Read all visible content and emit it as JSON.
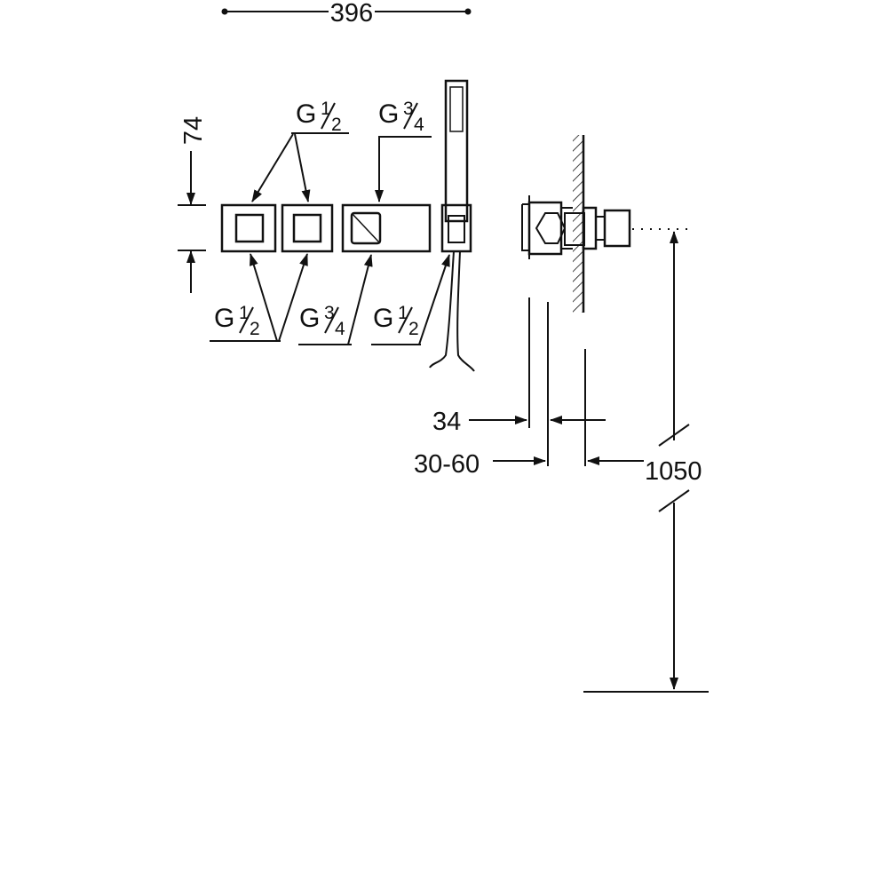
{
  "dimensions": {
    "overall_width": "396",
    "plate_height": "74",
    "projection": "34",
    "wall_depth": "30-60",
    "outlet_height": "1050"
  },
  "connections": {
    "top": [
      {
        "prefix": "G",
        "num": "1",
        "den": "2"
      },
      {
        "prefix": "G",
        "num": "3",
        "den": "4"
      }
    ],
    "bottom": [
      {
        "prefix": "G",
        "num": "1",
        "den": "2"
      },
      {
        "prefix": "G",
        "num": "3",
        "den": "4"
      },
      {
        "prefix": "G",
        "num": "1",
        "den": "2"
      }
    ]
  }
}
